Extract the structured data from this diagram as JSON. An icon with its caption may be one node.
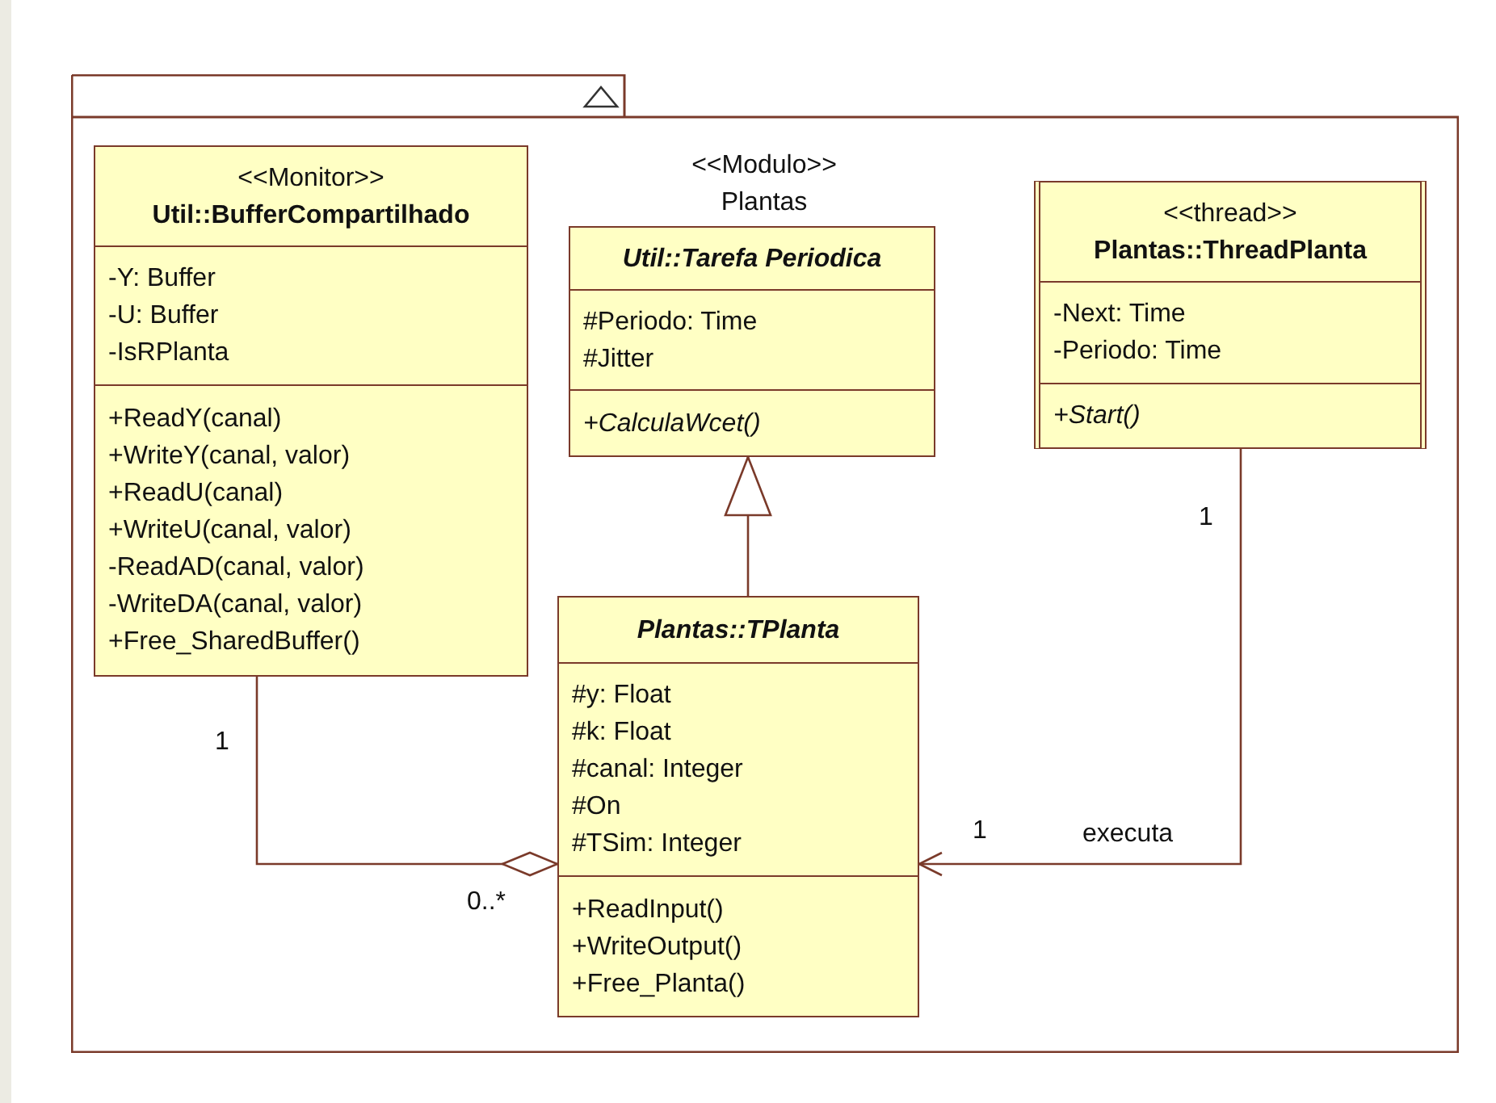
{
  "diagram": {
    "nodes": [
      {
        "text": [
          "<<Modulo>>",
          "Plantas"
        ]
      },
      {
        "text": [
          "<<Monitor>>",
          "Util::BufferCompartilhado",
          "-Y: Buffer",
          "-U: Buffer",
          "-IsRPlanta",
          "+ReadY(canal)",
          "+WriteY(canal, valor)",
          "+ReadU(canal)",
          "+WriteU(canal, valor)",
          "-ReadAD(canal, valor)",
          "-WriteDA(canal, valor)",
          "+Free_SharedBuffer()"
        ],
        "in": 0
      },
      {
        "text": [
          "Util::Tarefa Periodica",
          "#Periodo: Time",
          "#Jitter",
          "+CalculaWcet()"
        ],
        "in": 0
      },
      {
        "text": [
          "<<thread>>",
          "Plantas::ThreadPlanta",
          "-Next: Time",
          "-Periodo: Time",
          "+Start()"
        ],
        "in": 0
      },
      {
        "text": [
          "Plantas::TPlanta",
          "#y: Float",
          "#k: Float",
          "#canal: Integer",
          "#On",
          "#TSim: Integer",
          "+ReadInput()",
          "+WriteOutput()",
          "+Free_Planta()"
        ],
        "in": 0
      }
    ],
    "edges": [
      {
        "from": 4,
        "to": 2,
        "arrow": "to"
      },
      {
        "from": 1,
        "to": 4,
        "arrow": "other"
      },
      {
        "from": 3,
        "to": 4,
        "arrow": "to",
        "label": "executa"
      }
    ],
    "labels": [
      "1",
      "0..*",
      "1",
      "1"
    ]
  }
}
